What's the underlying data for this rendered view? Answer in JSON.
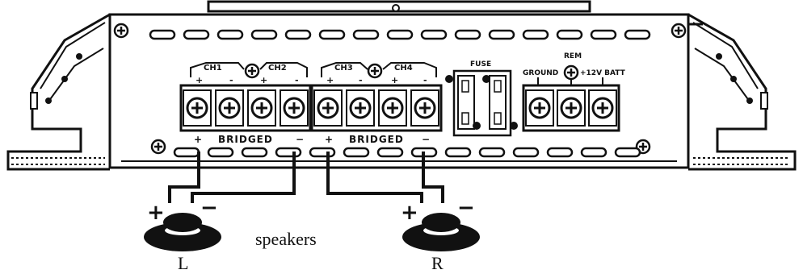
{
  "amplifier": {
    "ch1_label": "CH1",
    "ch2_label": "CH2",
    "ch3_label": "CH3",
    "ch4_label": "CH4",
    "fuse_label": "FUSE",
    "ground_label": "GROUND",
    "rem_label": "REM",
    "batt_label": "+12V BATT",
    "bridged_label_1": "BRIDGED",
    "bridged_label_2": "BRIDGED",
    "bridged_plus": "+",
    "bridged_minus": "−",
    "terminal_plus": "+",
    "terminal_minus": "-"
  },
  "speakers": {
    "caption": "speakers",
    "left_label": "L",
    "right_label": "R",
    "plus_sign": "+",
    "minus_sign": "−"
  }
}
